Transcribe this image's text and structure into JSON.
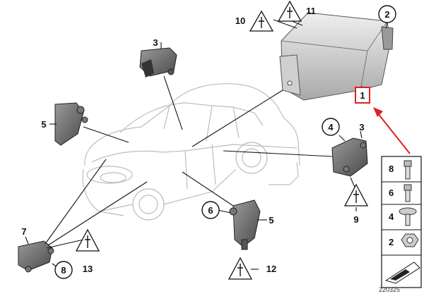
{
  "callouts": {
    "n1": "1",
    "n2": "2",
    "n3a": "3",
    "n3b": "3",
    "n4": "4",
    "n5a": "5",
    "n5b": "5",
    "n6": "6",
    "n7": "7",
    "n8": "8",
    "n9": "9",
    "n10": "10",
    "n11": "11",
    "n12": "12",
    "n13": "13"
  },
  "hardware_panel": {
    "rows": [
      {
        "number": "8",
        "icon": "bolt-hex-socket-icon"
      },
      {
        "number": "6",
        "icon": "bolt-short-icon"
      },
      {
        "number": "4",
        "icon": "flange-screw-icon"
      },
      {
        "number": "2",
        "icon": "hex-nut-icon"
      },
      {
        "number": "",
        "icon": "arrow-sign-icon"
      }
    ]
  },
  "diagram_id": "220325",
  "colors": {
    "highlight": "#e02020",
    "line": "#111111",
    "car_outline": "#bdbdbd",
    "part_fill": "#d9d9d9",
    "triangle_fill": "#ffffff"
  }
}
